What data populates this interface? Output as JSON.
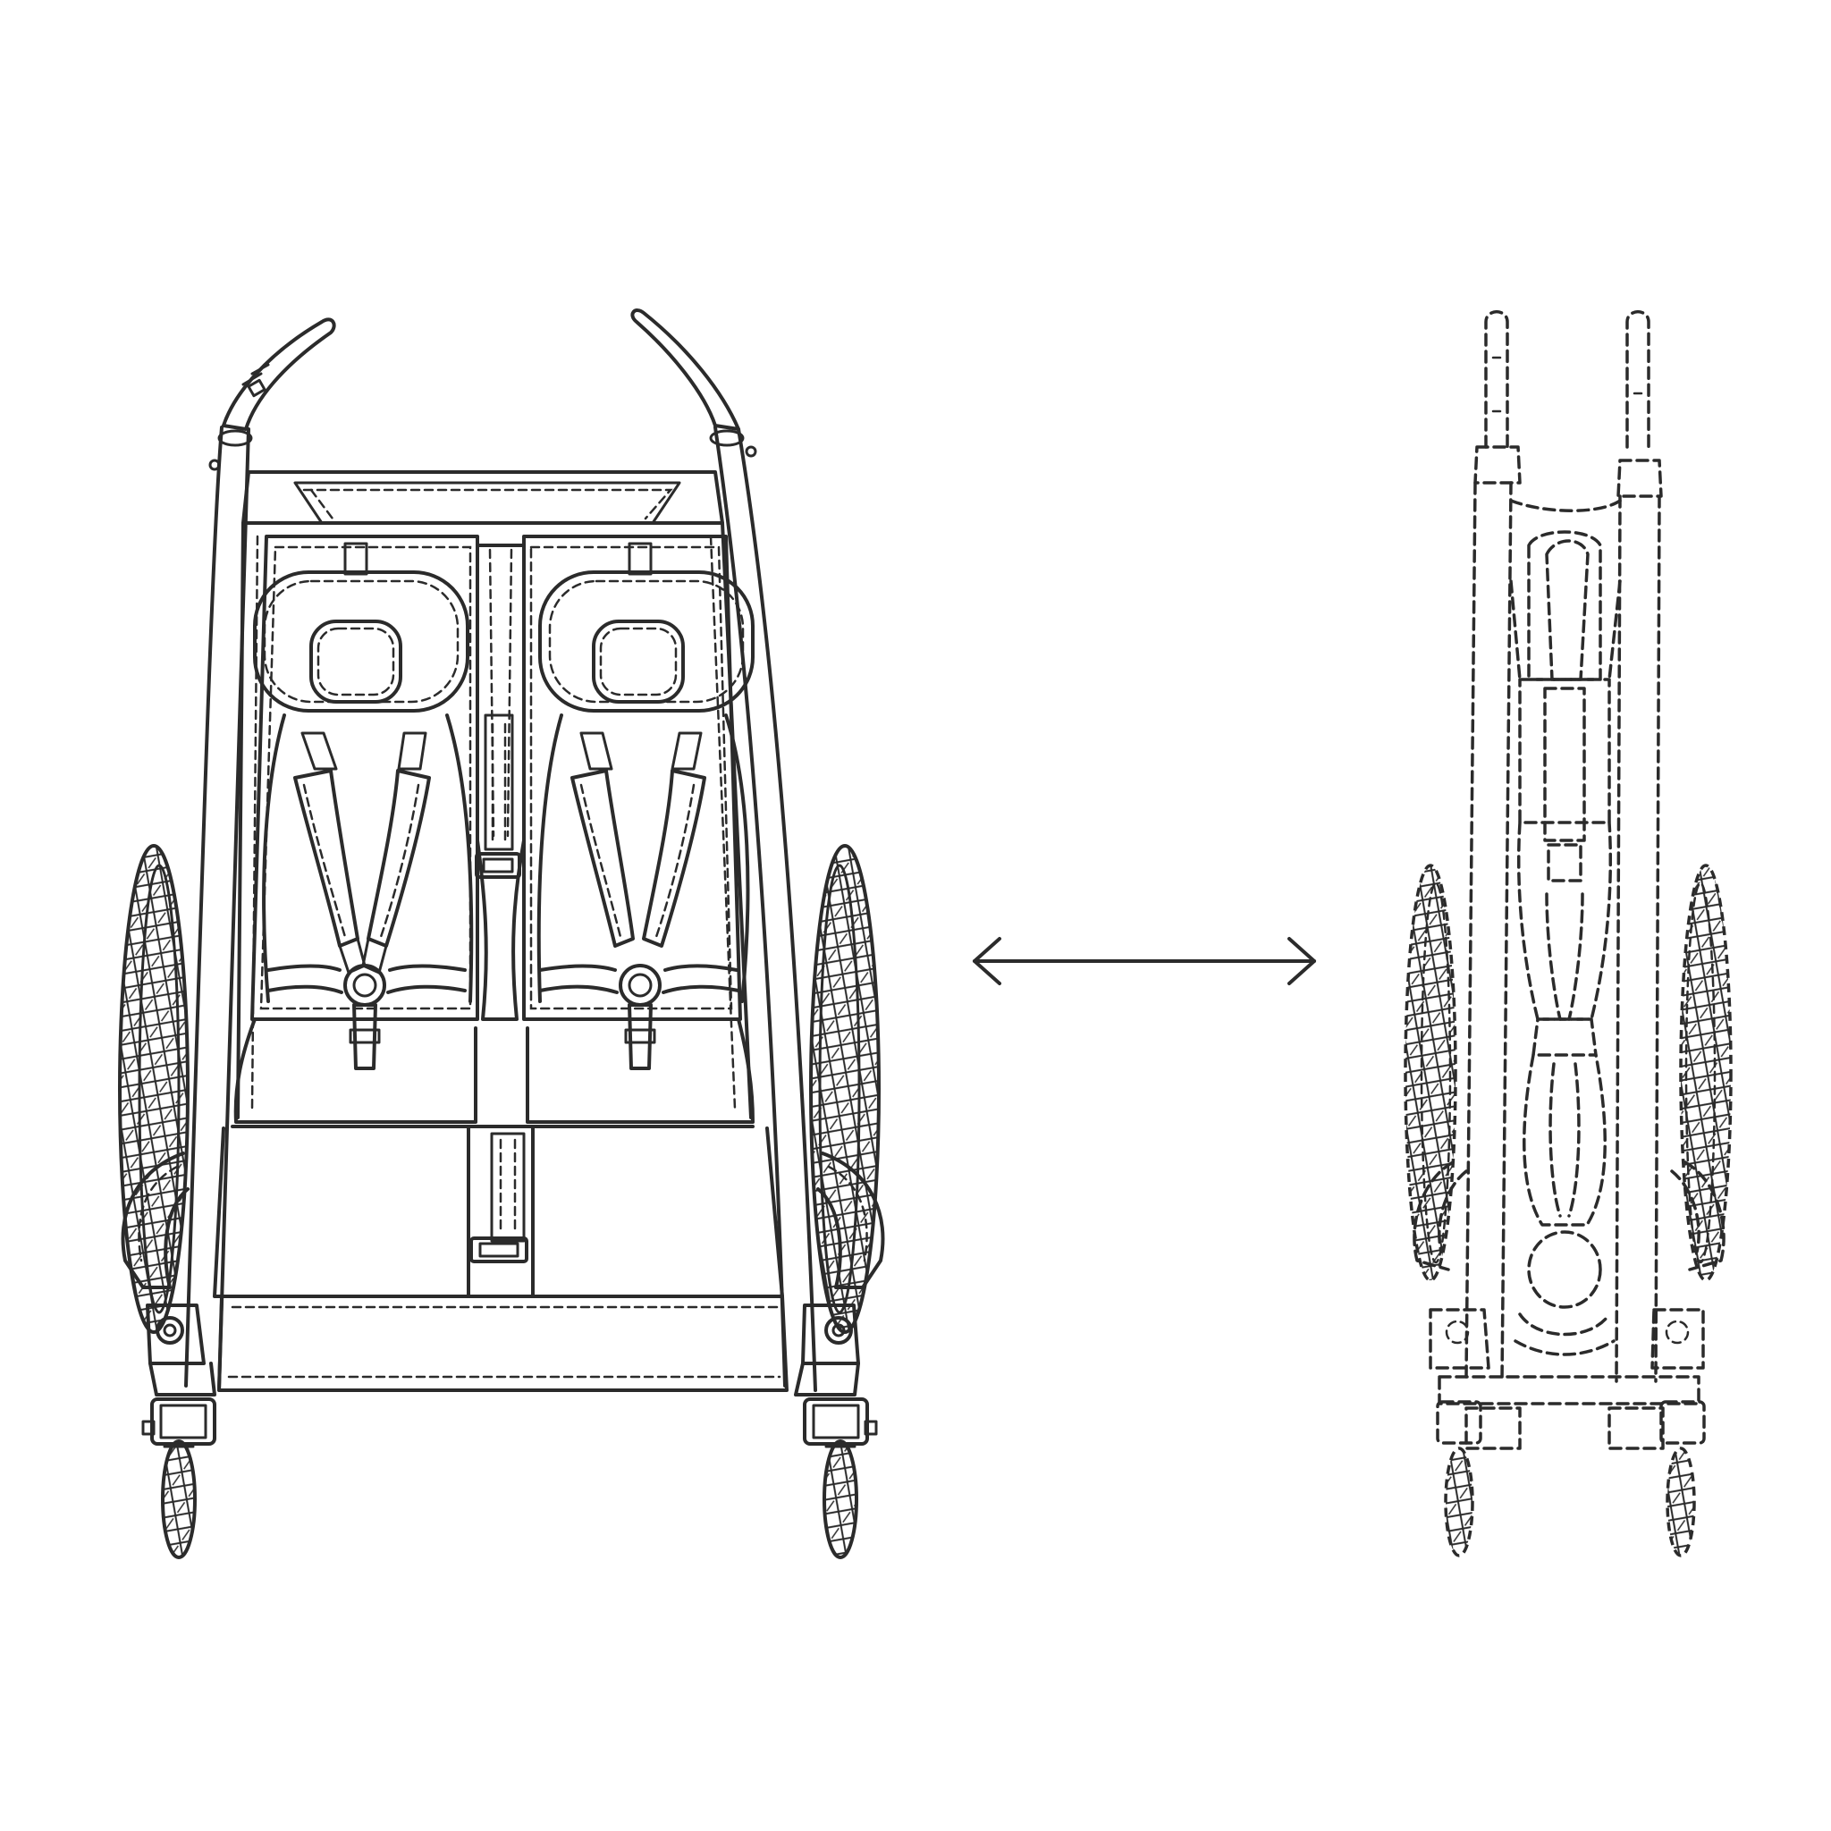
{
  "figure": {
    "unfolded_view": "unfolded-trailer",
    "folded_view": "folded-trailer",
    "indicator": "double-headed-arrow"
  },
  "colors": {
    "stroke": "#2b2b2b",
    "background": "#ffffff"
  }
}
